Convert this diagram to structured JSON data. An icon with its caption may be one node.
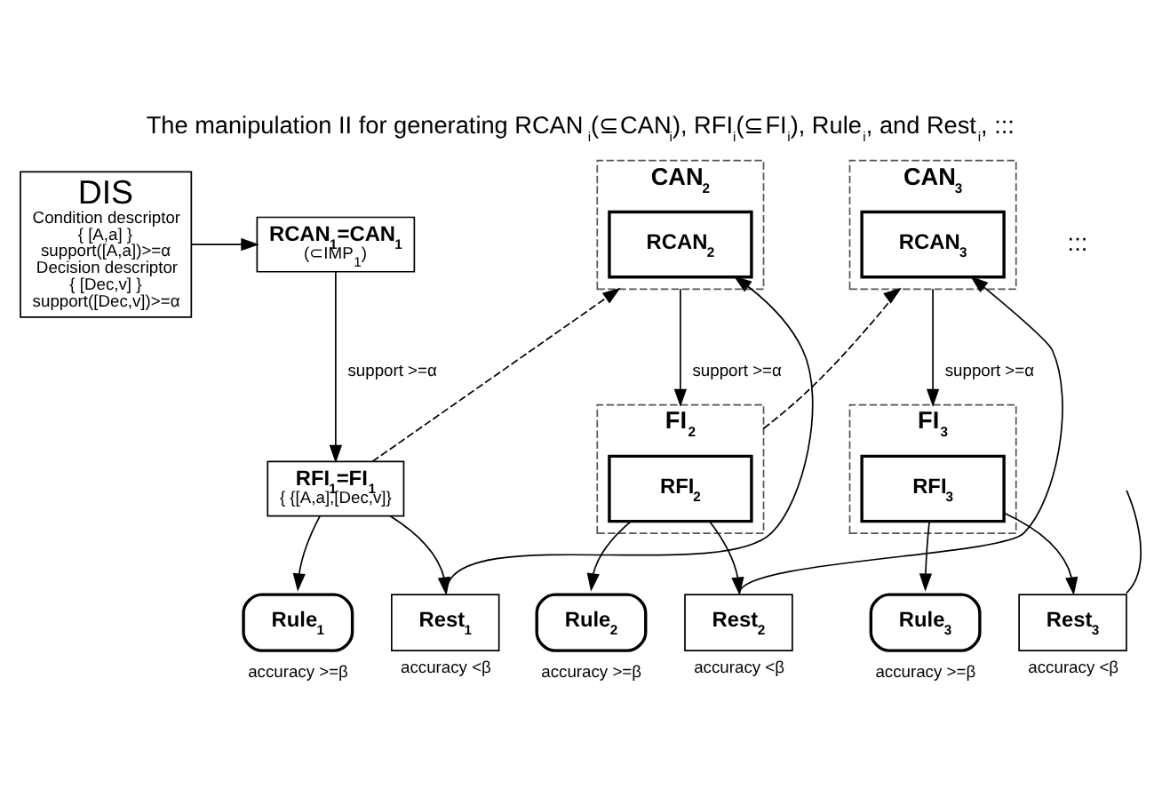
{
  "diagram": {
    "title": "The manipulation II for generating RCAN$_{i}$(⊆CAN$_{i}$), RFI$_{i}$(⊆FI$_{i}$), Rule$_{i}$, and Rest$_{i}$, :::",
    "nodes": [
      {
        "text": [
          "DIS",
          "Condition descriptor",
          "{ [A,a] }",
          "support([A,a])>=α",
          "Decision descriptor",
          "{ [Dec,v] }",
          "support([Dec,v])>=α"
        ]
      },
      {
        "text": [
          "RCAN$_{1}$=CAN$_{1}$",
          "(⊂IMP$_{1}$)"
        ]
      },
      {
        "text": [
          "RFI$_{1}$=FI$_{1}$",
          "{ {[A,a],[Dec,v]}"
        ]
      },
      {
        "text": [
          "CAN$_{2}$"
        ]
      },
      {
        "text": [
          "RCAN$_{2}$"
        ],
        "in": 3
      },
      {
        "text": [
          "FI$_{2}$"
        ]
      },
      {
        "text": [
          "RFI$_{2}$"
        ],
        "in": 5
      },
      {
        "text": [
          "CAN$_{3}$"
        ]
      },
      {
        "text": [
          "RCAN$_{3}$"
        ],
        "in": 7
      },
      {
        "text": [
          "FI$_{3}$"
        ]
      },
      {
        "text": [
          "RFI$_{3}$"
        ],
        "in": 9
      },
      {
        "text": [
          "Rule$_{1}$"
        ],
        "beside": [
          "accuracy >=β"
        ]
      },
      {
        "text": [
          "Rest$_{1}$"
        ],
        "beside": [
          "accuracy <β"
        ]
      },
      {
        "text": [
          "Rule$_{2}$"
        ],
        "beside": [
          "accuracy >=β"
        ]
      },
      {
        "text": [
          "Rest$_{2}$"
        ],
        "beside": [
          "accuracy <β"
        ]
      },
      {
        "text": [
          "Rule$_{3}$"
        ],
        "beside": [
          "accuracy >=β"
        ]
      },
      {
        "text": [
          "Rest$_{3}$"
        ],
        "beside": [
          "accuracy <β"
        ]
      }
    ],
    "edges": [
      {
        "from": 0,
        "to": 1,
        "arrow": "to"
      },
      {
        "from": 1,
        "to": 2,
        "arrow": "to",
        "label": "support >=α"
      },
      {
        "from": 2,
        "to": 11,
        "arrow": "to"
      },
      {
        "from": 2,
        "to": 12,
        "arrow": "to"
      },
      {
        "from": 2,
        "to": 3,
        "arrow": "to",
        "style": "dashed"
      },
      {
        "from": 12,
        "to": 4,
        "arrow": "to"
      },
      {
        "from": 3,
        "to": 5,
        "arrow": "to",
        "label": "support >=α"
      },
      {
        "from": 6,
        "to": 13,
        "arrow": "to"
      },
      {
        "from": 6,
        "to": 14,
        "arrow": "to"
      },
      {
        "from": 5,
        "to": 7,
        "arrow": "to",
        "style": "dashed"
      },
      {
        "from": 14,
        "to": 8,
        "arrow": "to"
      },
      {
        "from": 7,
        "to": 9,
        "arrow": "to",
        "label": "support >=α"
      },
      {
        "from": 10,
        "to": 15,
        "arrow": "to"
      },
      {
        "from": 10,
        "to": 16,
        "arrow": "to"
      },
      {
        "from": 16,
        "to": null,
        "arrow": "none"
      }
    ],
    "labels": [
      ":::"
    ]
  }
}
